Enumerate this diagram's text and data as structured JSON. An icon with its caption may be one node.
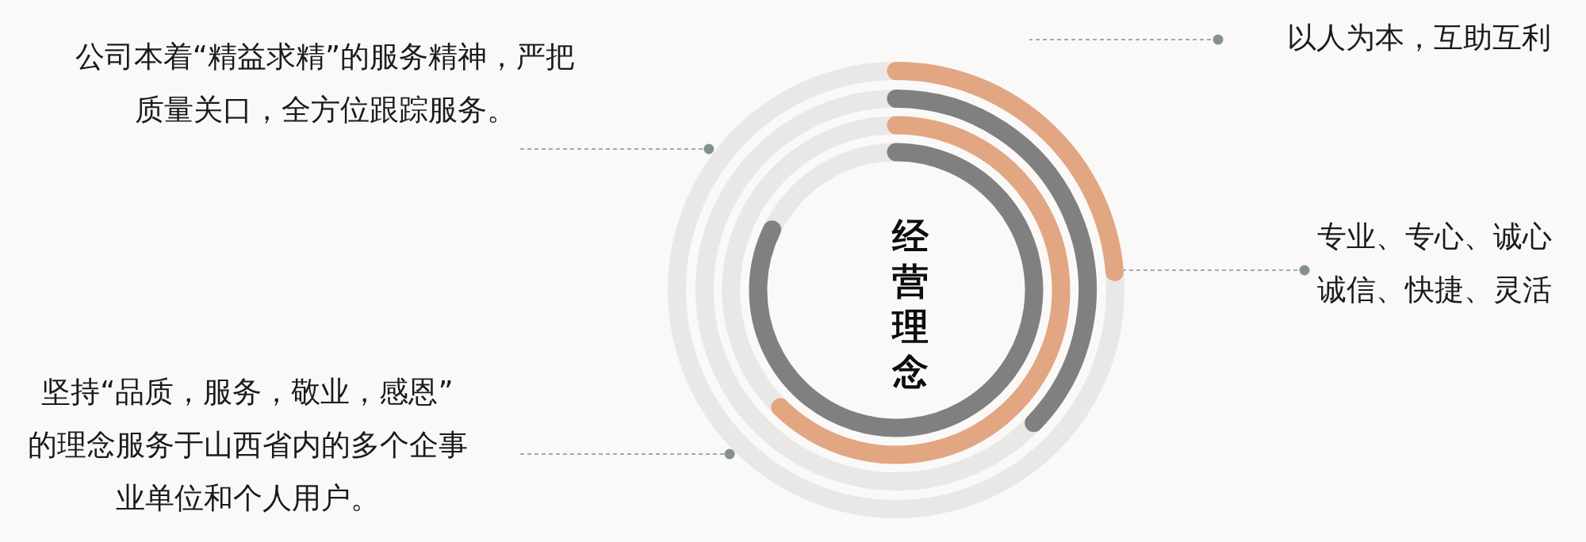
{
  "diagram": {
    "nodes": [
      {
        "text": [
          "公司本着“精益求精”的服务精神，严把质量关口，全方位跟踪服务。"
        ]
      },
      {
        "text": [
          "以人为本，互助互利"
        ]
      },
      {
        "text": [
          "经营理念"
        ]
      },
      {
        "text": [],
        "shape": "arc",
        "in": 2
      },
      {
        "text": [
          "专业、专心、诚心",
          "诚信、快捷、灵活"
        ]
      },
      {
        "text": [
          "坚持“品质，服务，敬业，感恩”的理念服务于山西省内的多个企事业单位和个人用户。"
        ]
      }
    ],
    "edges": [
      {
        "from": 0,
        "to": 2,
        "arrow": "other",
        "style": "dashed"
      },
      {
        "from": 1,
        "to": null,
        "arrow": "other",
        "style": "dashed"
      },
      {
        "from": 4,
        "to": 3,
        "arrow": "other",
        "style": "dashed"
      },
      {
        "from": 5,
        "to": 2,
        "arrow": "other",
        "style": "dashed"
      }
    ]
  }
}
